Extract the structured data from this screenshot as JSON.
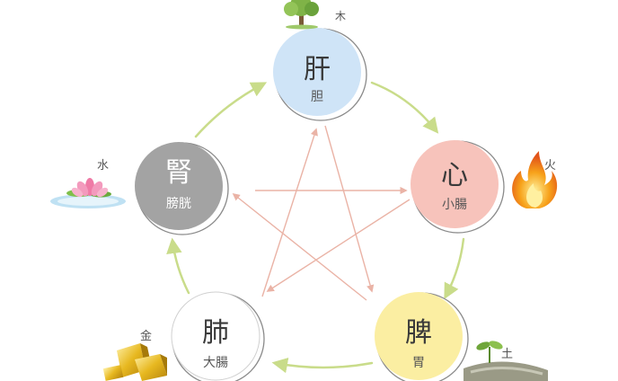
{
  "elements": {
    "wood": {
      "label": "木",
      "zang": "肝",
      "fu": "胆",
      "fill": "#cfe4f7"
    },
    "fire": {
      "label": "火",
      "zang": "心",
      "fu": "小腸",
      "fill": "#f7c3bb"
    },
    "earth": {
      "label": "土",
      "zang": "脾",
      "fu": "胃",
      "fill": "#fbeea2"
    },
    "metal": {
      "label": "金",
      "zang": "肺",
      "fu": "大腸",
      "fill": "#ffffff"
    },
    "water": {
      "label": "水",
      "zang": "腎",
      "fu": "膀胱",
      "fill": "#a3a3a3"
    }
  },
  "colors": {
    "generating_arrow": "#c9dc8a",
    "controlling_arrow": "#eab3a6",
    "ring": "#8a8a8a",
    "dark_text": "#3a3a3a",
    "light_text": "#ffffff",
    "label_text": "#555555"
  },
  "icons": {
    "wood": "tree-icon",
    "fire": "flame-icon",
    "earth": "sprout-icon",
    "metal": "gold-bar-icon",
    "water": "lotus-icon"
  }
}
